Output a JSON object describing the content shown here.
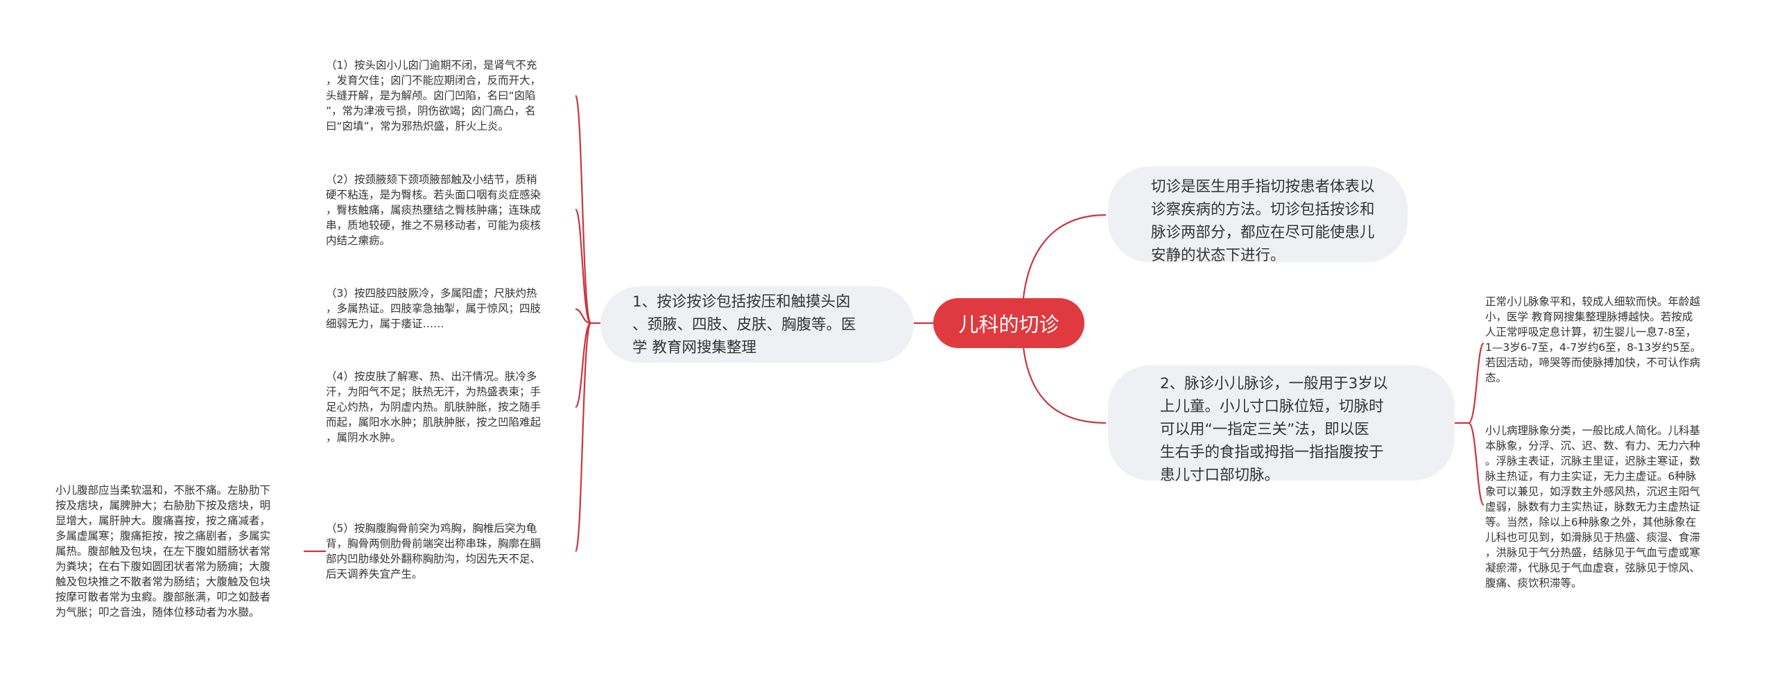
{
  "root": {
    "label": "儿科的切诊"
  },
  "right_branches": [
    {
      "text": "切诊是医生用手指切按患者体表以\n诊察疾病的方法。切诊包括按诊和\n脉诊两部分，都应在尽可能使患儿\n安静的状态下进行。"
    },
    {
      "text": "2、脉诊小儿脉诊，一般用于3岁以\n上儿童。小儿寸口脉位短，切脉时\n可以用“一指定三关”法，即以医\n生右手的食指或拇指一指指腹按于\n患儿寸口部切脉。",
      "children": [
        {
          "text": "正常小儿脉象平和，较成人细软而快。年龄越\n小，医学 教育网搜集整理脉搏越快。若按成\n人正常呼吸定息计算，初生婴儿一息7-8至，\n1—3岁6-7至，4-7岁约6至，8-13岁约5至。\n若因活动，啼哭等而使脉搏加快，不可认作病\n态。"
        },
        {
          "text": "小儿病理脉象分类，一般比成人简化。儿科基\n本脉象，分浮、沉、迟、数、有力、无力六种\n。浮脉主表证，沉脉主里证，迟脉主寒证，数\n脉主热证，有力主实证，无力主虚证。6种脉\n象可以兼见，如浮数主外感风热，沉迟主阳气\n虚弱，脉数有力主实热证，脉数无力主虚热证\n等。当然，除以上6种脉象之外，其他脉象在\n儿科也可见到，如滑脉见于热盛、痰湿、食滞\n，洪脉见于气分热盛，结脉见于气血亏虚或寒\n凝瘀滞，代脉见于气血虚衰，弦脉见于惊风、\n腹痛、痰饮积滞等。"
        }
      ]
    }
  ],
  "left_branch": {
    "text": "1、按诊按诊包括按压和触摸头囟\n、颈腋、四肢、皮肤、胸腹等。医\n学 教育网搜集整理",
    "children": [
      {
        "text": "（1）按头囟小儿囟门逾期不闭，是肾气不充\n，发育欠佳；囟门不能应期闭合，反而开大，\n头缝开解，是为解颅。囟门凹陷，名曰“囟陷\n”，常为津液亏损，阴伤欲竭；囟门高凸，名\n曰“囟填”，常为邪热炽盛，肝火上炎。"
      },
      {
        "text": "（2）按颈腋颏下颈项腋部触及小结节，质稍\n硬不粘连，是为臀核。若头面口咽有炎症感染\n，臀核触痛，属痰热壅结之臀核肿痛；连珠成\n串，质地较硬，推之不易移动者，可能为痰核\n内结之瘰疬。"
      },
      {
        "text": "（3）按四肢四肢厥冷，多属阳虚；尺肤灼热\n，多属热证。四肢挛急抽掣，属于惊风；四肢\n细弱无力，属于痿证……"
      },
      {
        "text": "（4）按皮肤了解寒、热、出汗情况。肤冷多\n汗，为阳气不足；肤热无汗，为热盛表束；手\n足心灼热，为阴虚内热。肌肤肿胀，按之随手\n而起，属阳水水肿；肌肤肿胀，按之凹陷难起\n，属阴水水肿。"
      },
      {
        "text": "（5）按胸腹胸骨前突为鸡胸，胸椎后突为龟\n背，胸骨两侧肋骨前端突出称串珠，胸廓在膈\n部内凹肋缘处外翻称胸肋沟，均因先天不足、\n后天调养失宜产生。",
        "children": [
          {
            "text": "小儿腹部应当柔软温和，不胀不痛。左胁肋下\n按及痞块，属脾肿大；右胁肋下按及痞块，明\n显增大，属肝肿大。腹痛喜按，按之痛减者，\n多属虚属寒；腹痛拒按，按之痛剧者，多属实\n属热。腹部触及包块，在左下腹如腊肠状者常\n为粪块；在右下腹如圆团状者常为肠痈；大腹\n触及包块推之不散者常为肠结；大腹触及包块\n按摩可散者常为虫瘕。腹部胀满，叩之如鼓者\n为气胀；叩之音浊，随体位移动者为水臌。"
          }
        ]
      }
    ]
  },
  "colors": {
    "root_fill": "#df3a3f",
    "bubble_fill": "#eef0f4",
    "connector": "#c9363c",
    "root_text": "#ffffff",
    "text": "#333333"
  }
}
